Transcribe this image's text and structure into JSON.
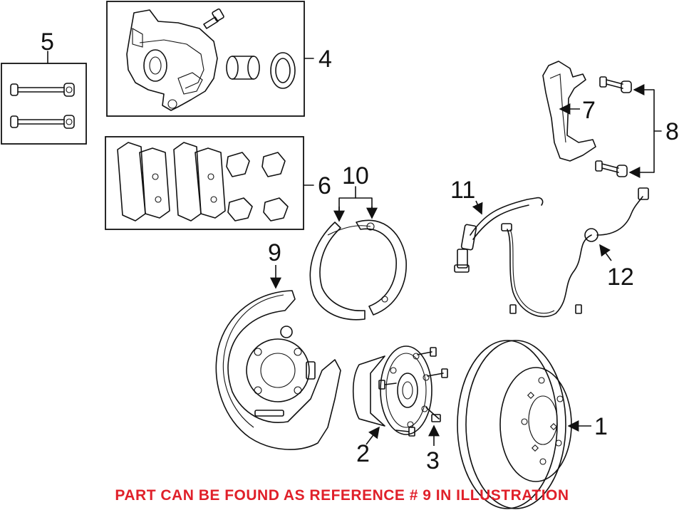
{
  "callouts": {
    "c1": "1",
    "c2": "2",
    "c3": "3",
    "c4": "4",
    "c5": "5",
    "c6": "6",
    "c7": "7",
    "c8": "8",
    "c9": "9",
    "c10": "10",
    "c11": "11",
    "c12": "12"
  },
  "footer": {
    "text": "PART CAN BE FOUND AS REFERENCE # 9 IN ILLUSTRATION",
    "color": "#e0202a"
  }
}
